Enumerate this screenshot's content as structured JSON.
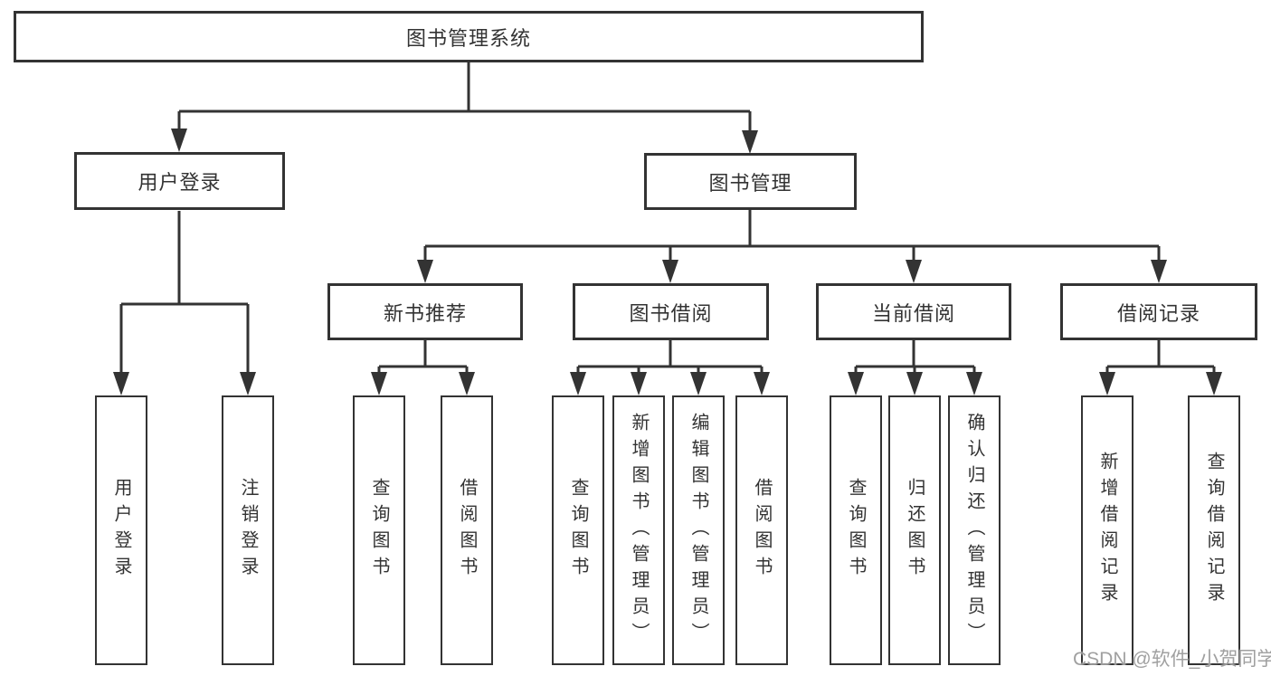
{
  "tree": {
    "root": {
      "label": "图书管理系统"
    },
    "branches": [
      {
        "label": "用户登录",
        "children": [
          {
            "label": "用户登录"
          },
          {
            "label": "注销登录"
          }
        ]
      },
      {
        "label": "图书管理",
        "groups": [
          {
            "label": "新书推荐",
            "children": [
              {
                "label": "查询图书"
              },
              {
                "label": "借阅图书"
              }
            ]
          },
          {
            "label": "图书借阅",
            "children": [
              {
                "label": "查询图书"
              },
              {
                "label": "新增图书（管理员）"
              },
              {
                "label": "编辑图书（管理员）"
              },
              {
                "label": "借阅图书"
              }
            ]
          },
          {
            "label": "当前借阅",
            "children": [
              {
                "label": "查询图书"
              },
              {
                "label": "归还图书"
              },
              {
                "label": "确认归还（管理员）"
              }
            ]
          },
          {
            "label": "借阅记录",
            "children": [
              {
                "label": "新增借阅记录"
              },
              {
                "label": "查询借阅记录"
              }
            ]
          }
        ]
      }
    ]
  },
  "watermark": {
    "text": "CSDN @软件_小贺同学"
  },
  "colors": {
    "line": "#333333",
    "box_border": "#333333",
    "text": "#333333",
    "watermark": "#9b9b9b",
    "background": "#ffffff"
  }
}
